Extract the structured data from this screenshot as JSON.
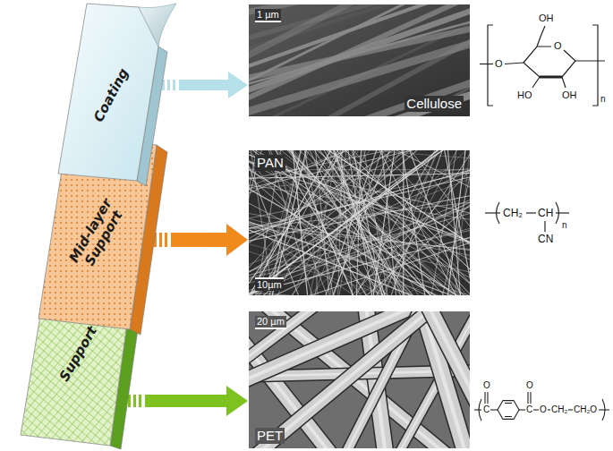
{
  "diagram": {
    "nodes": [
      {
        "text": [
          "Coating"
        ]
      },
      {
        "text": [
          "1 µm",
          "Cellulose"
        ]
      },
      {
        "text": [
          "Mid-layer Support"
        ]
      },
      {
        "text": [
          "PAN",
          "10µm"
        ]
      },
      {
        "text": [
          "Support"
        ]
      },
      {
        "text": [
          "20 µm",
          "PET"
        ]
      }
    ],
    "edges": [
      {
        "from": 0,
        "to": 1,
        "arrow": "to"
      },
      {
        "from": 2,
        "to": 3,
        "arrow": "to"
      },
      {
        "from": 4,
        "to": 5,
        "arrow": "to"
      }
    ],
    "labels": [
      "OH",
      "O",
      "O",
      "HO",
      "OH",
      "n",
      "CH₂",
      "CH",
      "n",
      "CN",
      "O",
      "O",
      "C",
      "C",
      "O",
      "CH₂",
      "CH₂O"
    ]
  }
}
